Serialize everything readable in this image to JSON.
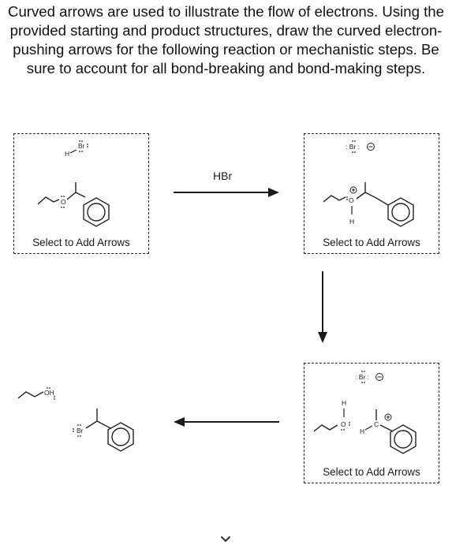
{
  "instructions": "Curved arrows are used to illustrate the flow of electrons. Using the provided starting and product structures, draw the curved electron-pushing arrows for the following reaction or mechanistic steps. Be sure to account for all bond-breaking and bond-making steps.",
  "steps": {
    "step1": {
      "add_arrows_label": "Select to Add Arrows",
      "atoms": {
        "h": "H",
        "br": "Br",
        "o": "O"
      }
    },
    "step2": {
      "add_arrows_label": "Select to Add Arrows",
      "atoms": {
        "br": ": Br :",
        "o": "O",
        "h": "H"
      }
    },
    "step3": {
      "add_arrows_label": "Select to Add Arrows",
      "atoms": {
        "br": ": Br :",
        "h1": "H",
        "o": "O",
        "h2": "H",
        "c": "C"
      }
    },
    "products": {
      "atoms": {
        "oh": "OH",
        "br": "Br"
      }
    }
  },
  "reagent": "HBr",
  "colors": {
    "border": "#222222",
    "arrow": "#1a1a1a",
    "text": "#1a1a1a"
  },
  "icons": {
    "next": "chevron-down-icon",
    "minus_charge": "minus-charge-icon",
    "plus_charge": "plus-charge-icon"
  }
}
